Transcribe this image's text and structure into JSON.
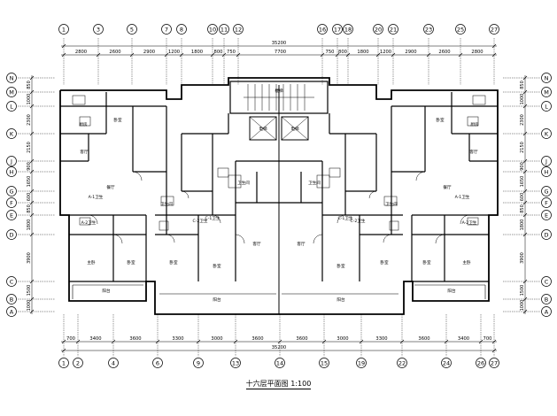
{
  "caption": "十六层平面图 1:100",
  "top_axes": [
    "1",
    "3",
    "5",
    "7",
    "8",
    "10",
    "11",
    "12",
    "16",
    "17",
    "18",
    "20",
    "21",
    "23",
    "25",
    "27"
  ],
  "top_dims": [
    "2800",
    "2600",
    "2900",
    "1200",
    "1800",
    "800",
    "750",
    "7700",
    "750",
    "800",
    "1800",
    "1200",
    "2900",
    "2600",
    "2800"
  ],
  "top_total": "35200",
  "bottom_axes": [
    "1",
    "2",
    "4",
    "6",
    "9",
    "13",
    "14",
    "15",
    "19",
    "22",
    "24",
    "26",
    "27"
  ],
  "bottom_dims": [
    "700",
    "3400",
    "3600",
    "3300",
    "3000",
    "3600",
    "3600",
    "3000",
    "3300",
    "3600",
    "3400",
    "700"
  ],
  "bottom_total": "35200",
  "left_axes": [
    "N",
    "M",
    "L",
    "K",
    "J",
    "H",
    "G",
    "F",
    "E",
    "D",
    "C",
    "B",
    "A"
  ],
  "right_axes": [
    "N",
    "M",
    "L",
    "K",
    "J",
    "H",
    "G",
    "F",
    "E",
    "D",
    "C",
    "B",
    "A"
  ],
  "side_dims": [
    "300",
    "850",
    "1000",
    "2300",
    "2150",
    "900",
    "1650",
    "600",
    "850",
    "1800",
    "3900",
    "1500",
    "1000"
  ],
  "rooms": {
    "living": "客厅",
    "bedroom": "卧室",
    "master": "主卧",
    "kitchen": "厨房",
    "toilet": "卫生间",
    "balcony": "阳台",
    "dining": "餐厅",
    "lift": "电梯",
    "stair": "楼梯"
  },
  "tags": [
    "A-1卫生",
    "A-2卫生",
    "C-1卫生",
    "C-2卫生"
  ]
}
